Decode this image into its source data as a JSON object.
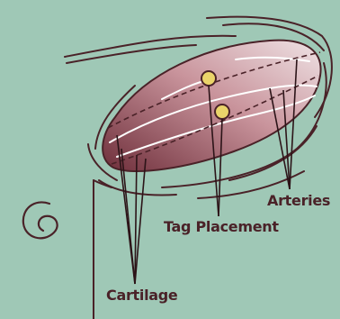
{
  "labels": {
    "arteries": "Arteries",
    "tag_placement": "Tag Placement",
    "cartilage": "Cartilage"
  },
  "colors": {
    "background": "#9fc8b6",
    "outline": "#4a2228",
    "ear_fill_light": "#efe3e5",
    "ear_fill_mid": "#c9949c",
    "ear_fill_dark": "#6e2e3a",
    "tag_marker": "#ead46a"
  },
  "tags": {
    "count": 2
  }
}
